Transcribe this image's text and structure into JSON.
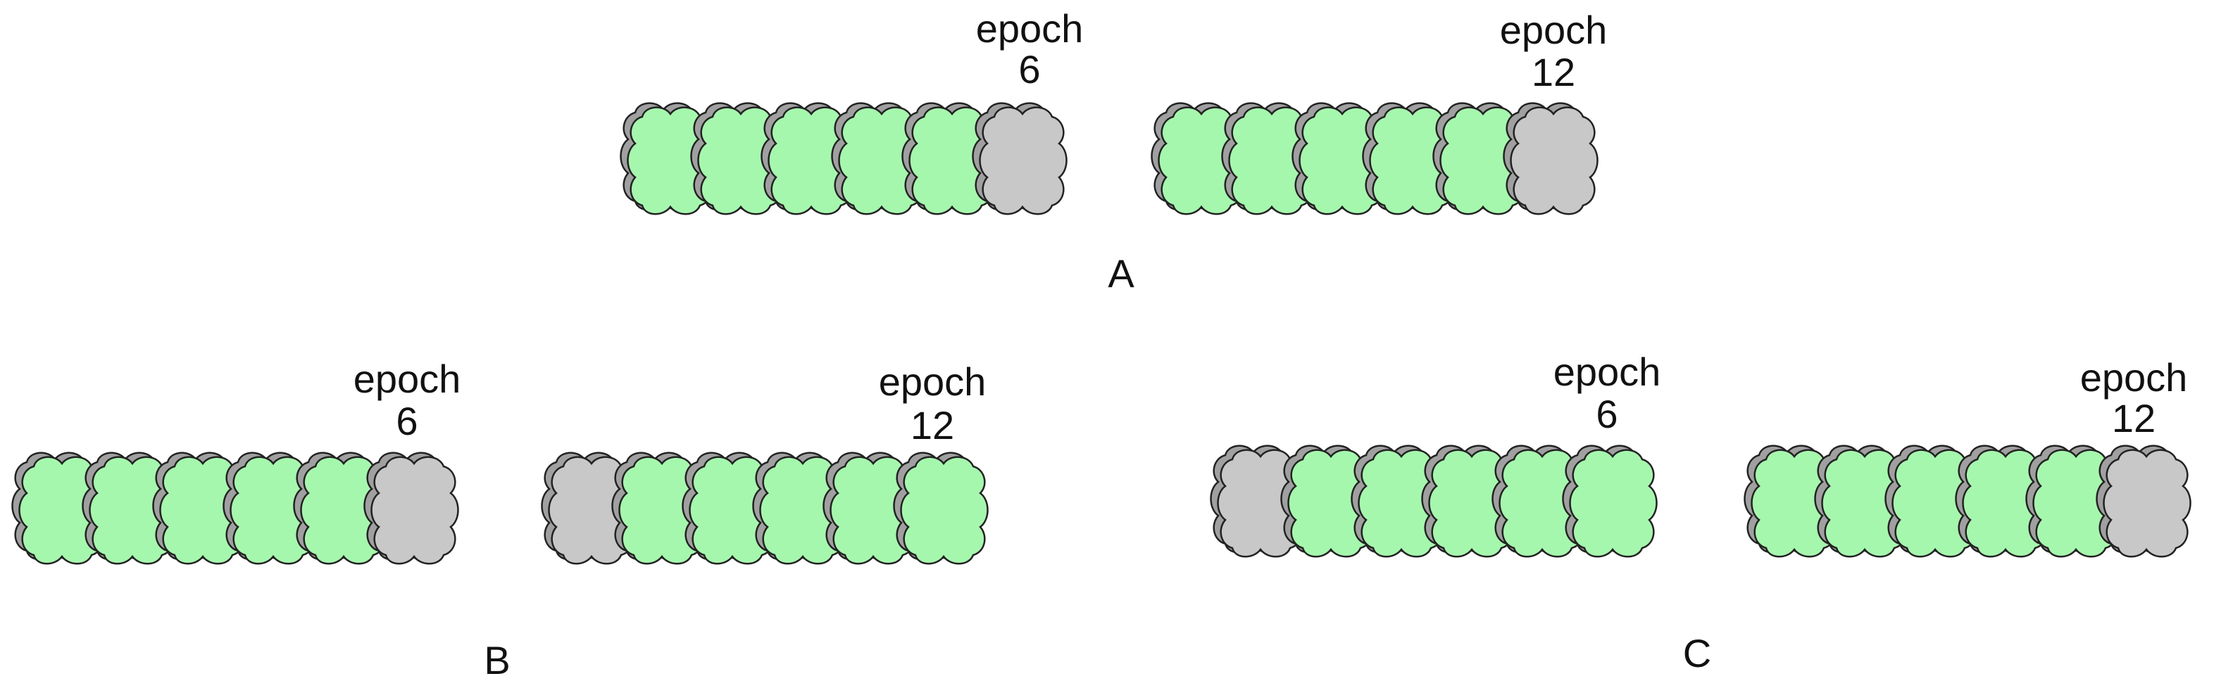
{
  "colors": {
    "active": "#a6f7ae",
    "inactive": "#c8c8c8",
    "shadow": "#a0a0a0",
    "outline": "#222222"
  },
  "panels": [
    {
      "label": "A",
      "groups": [
        {
          "epoch_word": "epoch",
          "epoch_number": "6",
          "cells": [
            "active",
            "active",
            "active",
            "active",
            "active",
            "inactive"
          ]
        },
        {
          "epoch_word": "epoch",
          "epoch_number": "12",
          "cells": [
            "active",
            "active",
            "active",
            "active",
            "active",
            "inactive"
          ]
        }
      ]
    },
    {
      "label": "B",
      "groups": [
        {
          "epoch_word": "epoch",
          "epoch_number": "6",
          "cells": [
            "active",
            "active",
            "active",
            "active",
            "active",
            "inactive"
          ]
        },
        {
          "epoch_word": "epoch",
          "epoch_number": "12",
          "cells": [
            "inactive",
            "active",
            "active",
            "active",
            "active",
            "active"
          ]
        }
      ]
    },
    {
      "label": "C",
      "groups": [
        {
          "epoch_word": "epoch",
          "epoch_number": "6",
          "cells": [
            "inactive",
            "active",
            "active",
            "active",
            "active",
            "active"
          ]
        },
        {
          "epoch_word": "epoch",
          "epoch_number": "12",
          "cells": [
            "active",
            "active",
            "active",
            "active",
            "active",
            "inactive"
          ]
        }
      ]
    }
  ]
}
